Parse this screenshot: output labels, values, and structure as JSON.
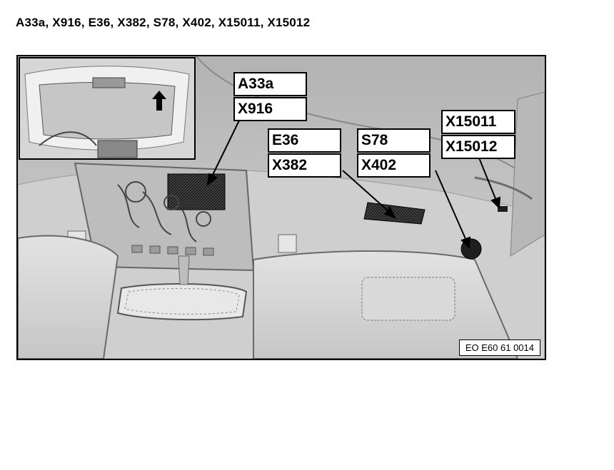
{
  "title": "A33a, X916, E36, X382, S78, X402, X15011, X15012",
  "callouts": [
    {
      "labels": [
        "A33a",
        "X916"
      ]
    },
    {
      "labels": [
        "E36",
        "X382"
      ]
    },
    {
      "labels": [
        "S78",
        "X402"
      ]
    },
    {
      "labels": [
        "X15011",
        "X15012"
      ]
    }
  ],
  "figure_ref": "EO E60 61 0014",
  "inset": {
    "arrow": "up-arrow-icon"
  }
}
